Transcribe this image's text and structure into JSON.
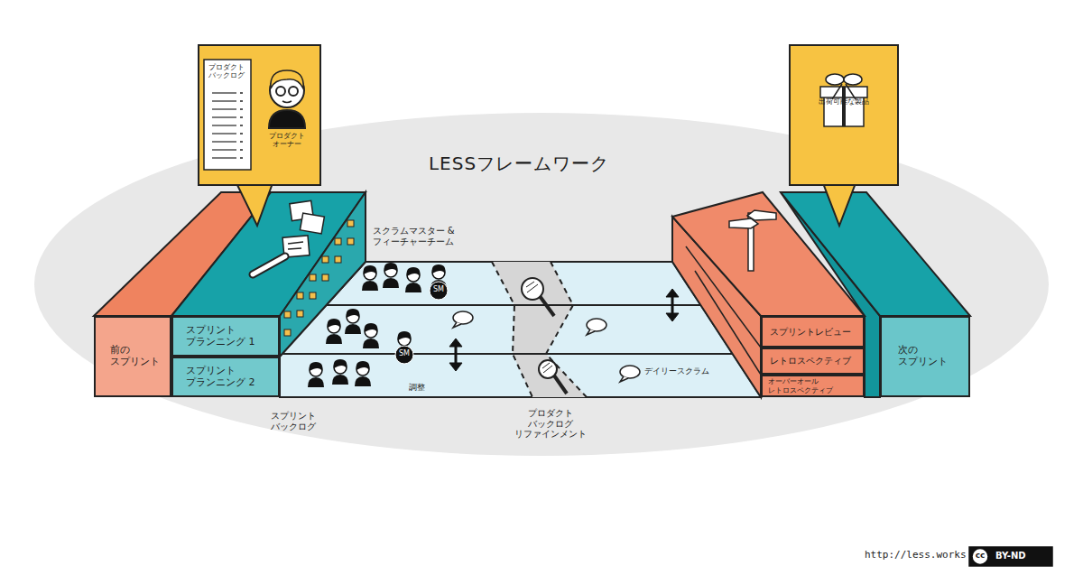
{
  "diagram": {
    "title": "LESSフレームワーク",
    "nodes": [
      {
        "text": [
          "プロダクト バックログ",
          "プロダクト オーナー"
        ]
      },
      {
        "text": [
          "前の スプリント"
        ]
      },
      {
        "text": [
          "スプリント プランニング 1"
        ]
      },
      {
        "text": [
          "スプリント プランニング 2"
        ]
      },
      {
        "text": [
          "スプリントレビュー"
        ]
      },
      {
        "text": [
          "レトロスペクティブ"
        ]
      },
      {
        "text": [
          "オーバーオール レトロスペクティブ"
        ]
      },
      {
        "text": [
          "次の スプリント"
        ]
      },
      {
        "text": [
          "出荷可能な製品"
        ]
      }
    ],
    "labels": [
      "スクラムマスター & フィーチャーチーム",
      "SM",
      "SM",
      "調整",
      "スプリント バックログ",
      "プロダクト バックログ リファインメント",
      "デイリースクラム",
      "http://less.works",
      "cc",
      "BY-ND"
    ]
  }
}
